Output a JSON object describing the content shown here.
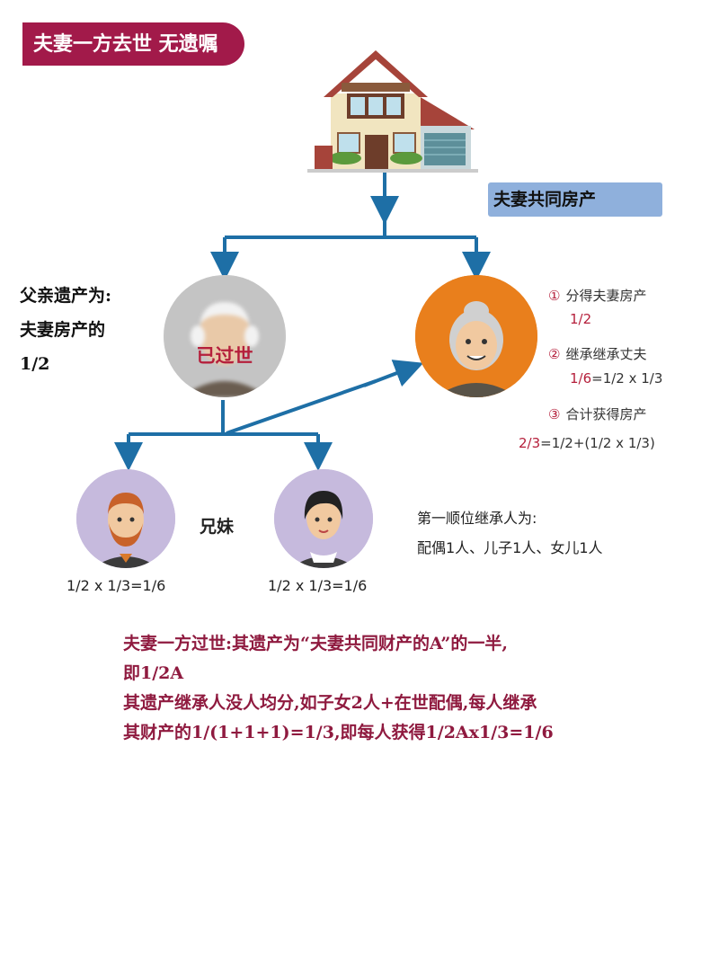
{
  "header": {
    "title": "夫妻一方去世 无遗嘱"
  },
  "house": {
    "label": "夫妻共同房产"
  },
  "father": {
    "note_lines": [
      "父亲遗产为:",
      "夫妻房产的",
      "1/2"
    ],
    "status": "已过世"
  },
  "mother": {
    "steps": [
      {
        "num": "①",
        "text": "分得夫妻房产",
        "value_red": "1/2",
        "value_rest": ""
      },
      {
        "num": "②",
        "text": "继承继承丈夫",
        "value_red": "1/6",
        "value_rest": "=1/2 x 1/3"
      },
      {
        "num": "③",
        "text": "合计获得房产",
        "value_red": "2/3",
        "value_rest": "=1/2+(1/2 x 1/3)"
      }
    ]
  },
  "children": {
    "label": "兄妹",
    "son_share": "1/2 x 1/3=1/6",
    "daughter_share": "1/2 x 1/3=1/6"
  },
  "order_note": {
    "line1": "第一顺位继承人为:",
    "line2": "配偶1人、儿子1人、女儿1人"
  },
  "summary": {
    "lines": [
      "夫妻一方过世:其遗产为“夫妻共同财产的A”的一半,",
      "即1/2A",
      "其遗产继承人没人均分,如子女2人+在世配偶,每人继承",
      "其财产的1/(1+1+1)=1/3,即每人获得1/2Ax1/3=1/6"
    ]
  },
  "colors": {
    "banner": "#a21a4a",
    "arrow": "#1e6fa6",
    "accent_red": "#b51f3b",
    "label_blue": "#8fb0dc",
    "mother_bg": "#e97f1c",
    "child_bg": "#c6badd"
  },
  "icons": [
    "house-icon",
    "father-icon",
    "mother-icon",
    "son-icon",
    "daughter-icon"
  ]
}
